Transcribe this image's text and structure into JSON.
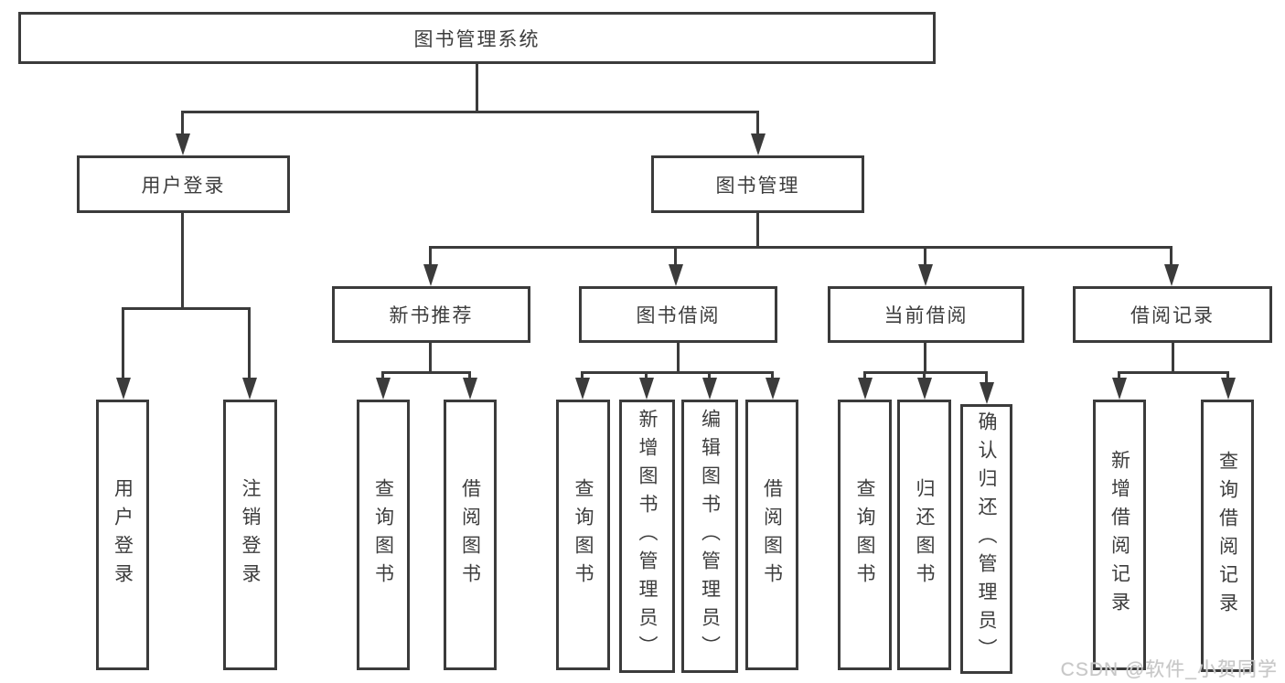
{
  "diagram_type": "hierarchy-tree",
  "colors": {
    "line": "#3b3b3b",
    "text": "#3d3d3d",
    "background": "#ffffff",
    "watermark_text": "#c7c7c7"
  },
  "watermark": "CSDN @软件_小贺同学",
  "nodes": {
    "root": {
      "label": "图书管理系统",
      "children": [
        "user_login",
        "book_mgmt"
      ]
    },
    "user_login": {
      "label": "用户登录",
      "children": [
        "leaf_user_login",
        "leaf_logout"
      ]
    },
    "book_mgmt": {
      "label": "图书管理",
      "children": [
        "new_book_rec",
        "book_borrow",
        "current_borrow",
        "borrow_record"
      ]
    },
    "new_book_rec": {
      "label": "新书推荐",
      "children": [
        "rec_query_book",
        "rec_borrow_book"
      ]
    },
    "book_borrow": {
      "label": "图书借阅",
      "children": [
        "bb_query_book",
        "bb_add_book",
        "bb_edit_book",
        "bb_borrow_book"
      ]
    },
    "current_borrow": {
      "label": "当前借阅",
      "children": [
        "cb_query_book",
        "cb_return_book",
        "cb_confirm_return"
      ]
    },
    "borrow_record": {
      "label": "借阅记录",
      "children": [
        "br_add_record",
        "br_query_record"
      ]
    },
    "leaf_user_login": {
      "label": "用户登录"
    },
    "leaf_logout": {
      "label": "注销登录"
    },
    "rec_query_book": {
      "label": "查询图书"
    },
    "rec_borrow_book": {
      "label": "借阅图书"
    },
    "bb_query_book": {
      "label": "查询图书"
    },
    "bb_add_book": {
      "label": "新增图书（管理员）"
    },
    "bb_edit_book": {
      "label": "编辑图书（管理员）"
    },
    "bb_borrow_book": {
      "label": "借阅图书"
    },
    "cb_query_book": {
      "label": "查询图书"
    },
    "cb_return_book": {
      "label": "归还图书"
    },
    "cb_confirm_return": {
      "label": "确认归还（管理员）"
    },
    "br_add_record": {
      "label": "新增借阅记录"
    },
    "br_query_record": {
      "label": "查询借阅记录"
    }
  }
}
